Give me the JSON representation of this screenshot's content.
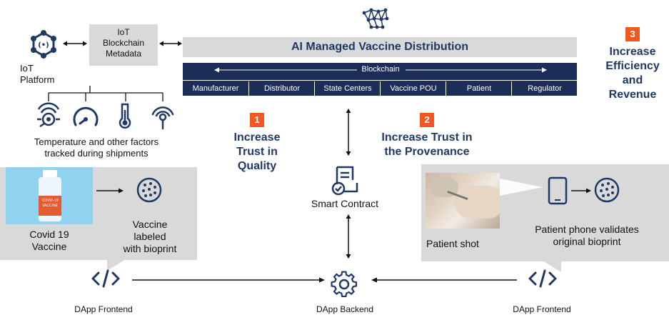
{
  "iot": {
    "platform_label": "IoT\nPlatform",
    "metadata_label": "IoT\nBlockchain\nMetadata",
    "tracked_caption": "Temperature and other factors\ntracked during shipments"
  },
  "header": {
    "title": "AI Managed Vaccine Distribution",
    "blockchain_label": "Blockchain",
    "stakeholders": [
      "Manufacturer",
      "Distributor",
      "State Centers",
      "Vaccine POU",
      "Patient",
      "Regulator"
    ]
  },
  "benefits": [
    {
      "number": "1",
      "text": "Increase\nTrust in\nQuality"
    },
    {
      "number": "2",
      "text": "Increase Trust in\nthe Provenance"
    },
    {
      "number": "3",
      "text": "Increase\nEfficiency\nand\nRevenue"
    }
  ],
  "center": {
    "smart_contract_label": "Smart Contract",
    "backend_label": "DApp Backend"
  },
  "left_panel": {
    "vial_caption": "Covid 19\nVaccine",
    "vial_text": "COVID-19\nVACCINE",
    "bioprint_caption": "Vaccine\nlabeled\nwith bioprint",
    "frontend_label": "DApp Frontend"
  },
  "right_panel": {
    "shot_caption": "Patient shot",
    "validate_caption": "Patient phone validates\noriginal bioprint",
    "frontend_label": "DApp Frontend"
  },
  "colors": {
    "navy": "#1f3864",
    "chain_bar": "#1c2e57",
    "badge": "#f05a22",
    "grey": "#d9d9d9",
    "vial_bg": "#8fd3f0"
  },
  "icons": [
    "network-brain-icon",
    "iot-hub-icon",
    "sensor-icon",
    "gauge-icon",
    "thermometer-icon",
    "wireless-icon",
    "bioprint-icon",
    "contract-icon",
    "gear-icon",
    "code-icon",
    "phone-icon"
  ]
}
